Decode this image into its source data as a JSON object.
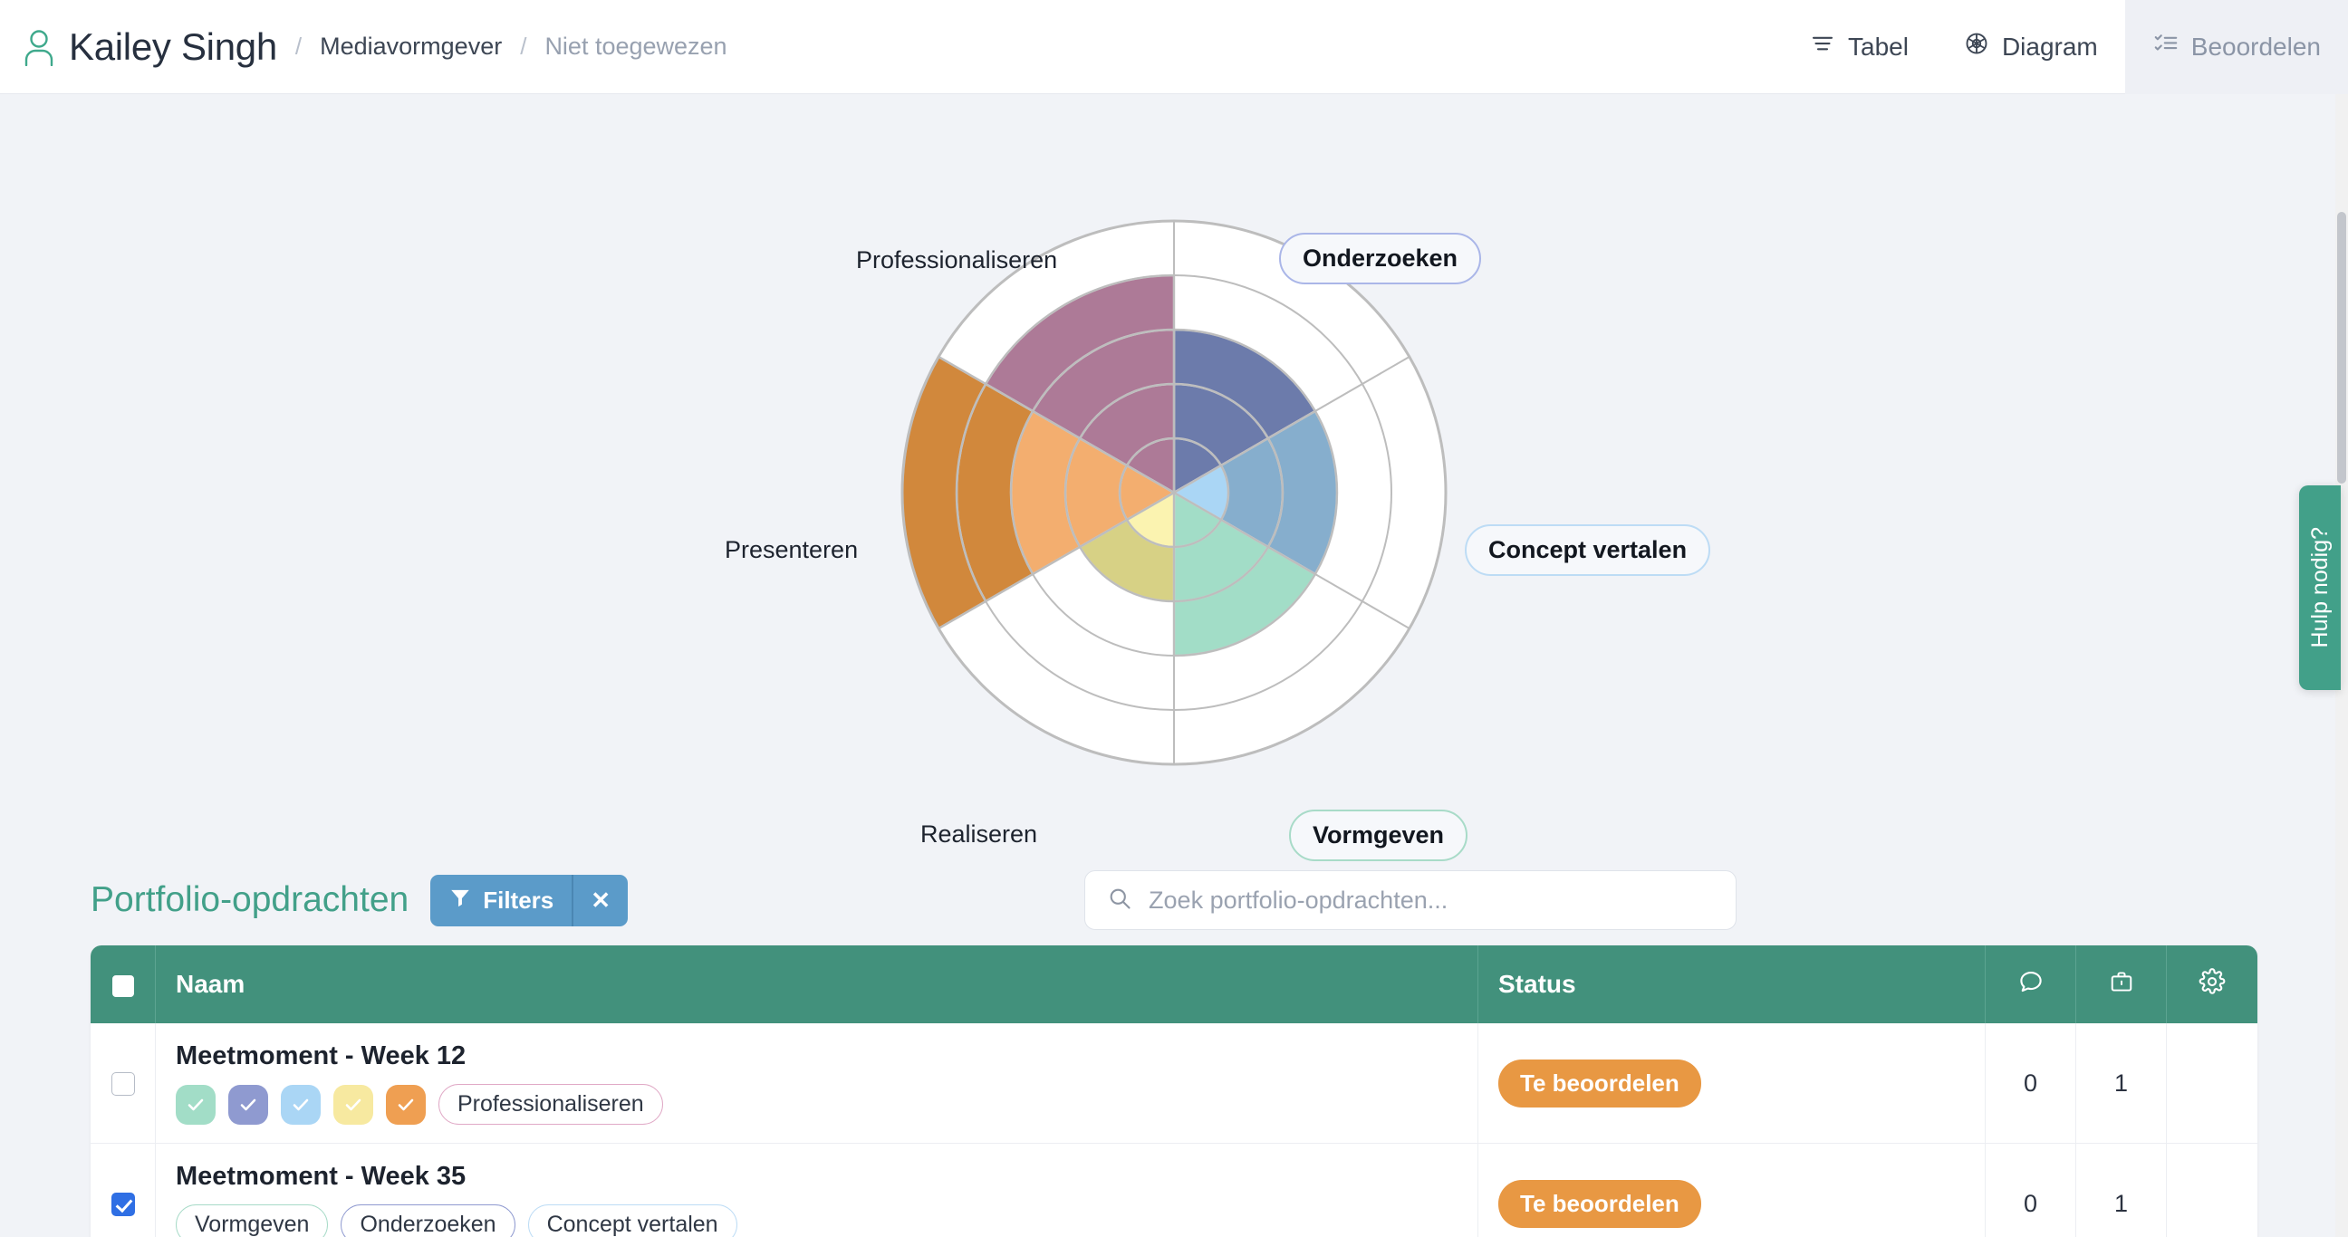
{
  "header": {
    "user_icon": "user-icon",
    "user_name": "Kailey Singh",
    "separator": "/",
    "breadcrumb_role": "Mediavormgever",
    "breadcrumb_status": "Niet toegewezen",
    "nav": [
      {
        "label": "Tabel",
        "icon": "list-icon",
        "active": false
      },
      {
        "label": "Diagram",
        "icon": "radar-chart-icon",
        "active": false
      },
      {
        "label": "Beoordelen",
        "icon": "checklist-icon",
        "active": true
      }
    ]
  },
  "help_tab": {
    "label": "Hulp nodig?",
    "color": "#42a089"
  },
  "chart_data": {
    "type": "pie",
    "title": "",
    "subtitle": "",
    "variant": "radar-rose / polar-area",
    "levels": 5,
    "grid": true,
    "legend_position": "around-chart",
    "categories": [
      "Onderzoeken",
      "Concept vertalen",
      "Vormgeven",
      "Realiseren",
      "Presenteren",
      "Professionaliseren"
    ],
    "values": [
      3,
      3,
      3,
      2,
      5,
      4
    ],
    "ylim": [
      0,
      5
    ],
    "segments": [
      {
        "label": "Onderzoeken",
        "value": 3,
        "color": "#6c7bab",
        "start_deg": 0,
        "end_deg": 60,
        "label_kind": "pill",
        "pill_border": "#aab6e8",
        "inner_colors": [
          "#6c7bab",
          "#6c7bab",
          "#6c7bab"
        ]
      },
      {
        "label": "Concept vertalen",
        "value": 3,
        "color": "#86aecd",
        "start_deg": 60,
        "end_deg": 120,
        "label_kind": "pill",
        "pill_border": "#bddcf5",
        "inner_colors": [
          "#aad6f5",
          "#86aecd",
          "#86aecd"
        ]
      },
      {
        "label": "Vormgeven",
        "value": 3,
        "color": "#a2ddc7",
        "start_deg": 120,
        "end_deg": 180,
        "label_kind": "pill",
        "pill_border": "#a8dbc8",
        "inner_colors": [
          "#a2ddc7",
          "#a2ddc7",
          "#a2ddc7"
        ]
      },
      {
        "label": "Realiseren",
        "value": 2,
        "color": "#d7d185",
        "start_deg": 180,
        "end_deg": 240,
        "label_kind": "plain",
        "pill_border": "",
        "inner_colors": [
          "#fbf3b0",
          "#d7d185"
        ]
      },
      {
        "label": "Presenteren",
        "value": 5,
        "color": "#d1883c",
        "start_deg": 240,
        "end_deg": 300,
        "label_kind": "plain",
        "pill_border": "",
        "inner_colors": [
          "#f3ae6f",
          "#f3ae6f",
          "#f3ae6f",
          "#d1883c",
          "#d1883c"
        ]
      },
      {
        "label": "Professionaliseren",
        "value": 4,
        "color": "#ad7a97",
        "start_deg": 300,
        "end_deg": 360,
        "label_kind": "plain",
        "pill_border": "",
        "inner_colors": [
          "#ad7a97",
          "#ad7a97",
          "#ad7a97",
          "#ad7a97"
        ]
      }
    ],
    "axis_labels": {
      "top_left": "Professionaliseren",
      "top_right": "Onderzoeken",
      "right": "Concept vertalen",
      "bottom_right": "Vormgeven",
      "bottom_left": "Realiseren",
      "left": "Presenteren"
    }
  },
  "section": {
    "title": "Portfolio-opdrachten",
    "filters_label": "Filters",
    "filters_icon": "funnel-icon",
    "filters_close": "✕",
    "filters_color": "#5b9bc9"
  },
  "search": {
    "placeholder": "Zoek portfolio-opdrachten...",
    "value": "",
    "icon": "search-icon"
  },
  "table": {
    "columns": [
      {
        "key": "check",
        "label": "",
        "icon": "select-all-checkbox"
      },
      {
        "key": "naam",
        "label": "Naam",
        "icon": ""
      },
      {
        "key": "status",
        "label": "Status",
        "icon": ""
      },
      {
        "key": "comment",
        "label": "",
        "icon": "comment-icon"
      },
      {
        "key": "work",
        "label": "",
        "icon": "briefcase-icon"
      },
      {
        "key": "gear",
        "label": "",
        "icon": "gear-icon"
      }
    ],
    "header_color": "#42917c",
    "rows": [
      {
        "checked": false,
        "name": "Meetmoment - Week 12",
        "badges": [
          {
            "color": "#a2ddc7",
            "check": true
          },
          {
            "color": "#8f9ad0",
            "check": true
          },
          {
            "color": "#aad6f5",
            "check": true
          },
          {
            "color": "#f7e9a0",
            "check": true
          },
          {
            "color": "#ef9f52",
            "check": true
          }
        ],
        "chips": [
          {
            "label": "Professionaliseren",
            "style": "chip-prof"
          }
        ],
        "status": "Te beoordelen",
        "status_color": "#e89843",
        "comments": "0",
        "work": "1"
      },
      {
        "checked": true,
        "name": "Meetmoment - Week 35",
        "badges": [],
        "chips": [
          {
            "label": "Vormgeven",
            "style": "chip-vorm"
          },
          {
            "label": "Onderzoeken",
            "style": "chip-onder"
          },
          {
            "label": "Concept vertalen",
            "style": "chip-concept"
          }
        ],
        "status": "Te beoordelen",
        "status_color": "#e89843",
        "comments": "0",
        "work": "1"
      }
    ]
  }
}
